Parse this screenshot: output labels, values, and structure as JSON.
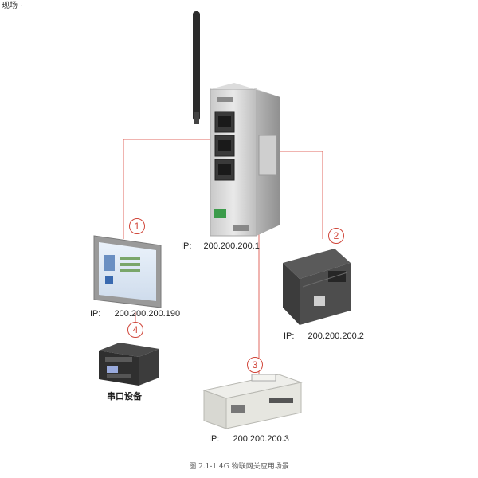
{
  "top_fragment": "现场 ·",
  "gateway": {
    "ip_prefix": "IP:",
    "ip": "200.200.200.1"
  },
  "hmi": {
    "ip_prefix": "IP:",
    "ip": "200.200.200.190"
  },
  "plc_right": {
    "ip_prefix": "IP:",
    "ip": "200.200.200.2"
  },
  "plc_bottom": {
    "ip_prefix": "IP:",
    "ip": "200.200.200.3"
  },
  "serial_device": {
    "label": "串口设备"
  },
  "connections": [
    {
      "number": "1"
    },
    {
      "number": "2"
    },
    {
      "number": "3"
    },
    {
      "number": "4"
    }
  ],
  "caption": "图 2.1-1 4G 物联网关应用场景",
  "colors": {
    "line": "#e06a60",
    "accent": "#d0463a"
  }
}
